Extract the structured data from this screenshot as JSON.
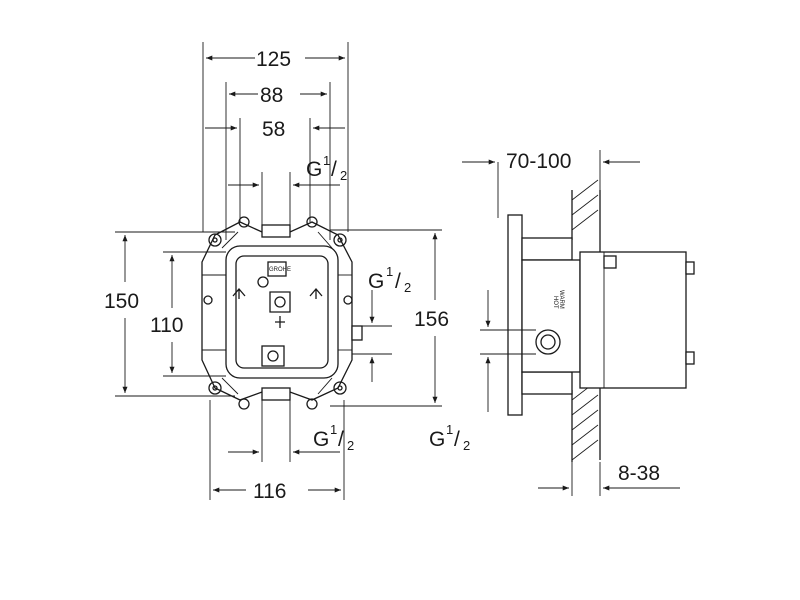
{
  "dimensions": {
    "width_125": "125",
    "width_88": "88",
    "width_58": "58",
    "width_116": "116",
    "height_150": "150",
    "height_110": "110",
    "height_156": "156",
    "depth_range": "70-100",
    "wall_range": "8-38"
  },
  "threads": {
    "letter": "G",
    "numerator": "1",
    "denominator": "2"
  },
  "labels": {
    "brand": "GROHE",
    "warm": "WARM",
    "hot": "HOT"
  }
}
